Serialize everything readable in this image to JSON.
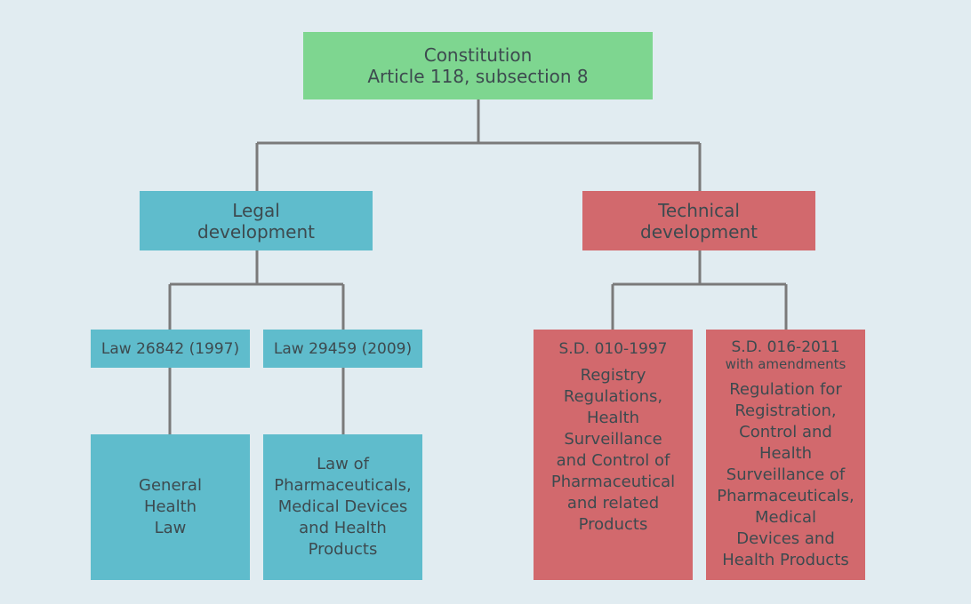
{
  "root": {
    "title": "Constitution",
    "subtitle": "Article 118, subsection 8"
  },
  "legal": {
    "label_lines": [
      "Legal",
      "development"
    ],
    "law1": {
      "header": "Law 26842 (1997)",
      "body_lines": [
        "General",
        "Health",
        "Law"
      ]
    },
    "law2": {
      "header": "Law 29459 (2009)",
      "body_lines": [
        "Law of",
        "Pharmaceuticals,",
        "Medical Devices",
        "and Health",
        "Products"
      ]
    }
  },
  "technical": {
    "label_lines": [
      "Technical",
      "development"
    ],
    "sd1": {
      "header": "S.D. 010-1997",
      "body_lines": [
        "Registry",
        "Regulations,",
        "Health",
        "Surveillance",
        "and Control of",
        "Pharmaceutical",
        "and related",
        "Products"
      ]
    },
    "sd2": {
      "header": "S.D. 016-2011",
      "subheader": "with amendments",
      "body_lines": [
        "Regulation for",
        "Registration,",
        "Control and",
        "Health",
        "Surveillance of",
        "Pharmaceuticals,",
        "Medical",
        "Devices and",
        "Health Products"
      ]
    }
  },
  "colors": {
    "background": "#e1ecf1",
    "root": "#7ed690",
    "legal": "#5fbccc",
    "technical": "#d2696d",
    "connector": "#7a7a7a",
    "text": "#3d4a4f"
  }
}
